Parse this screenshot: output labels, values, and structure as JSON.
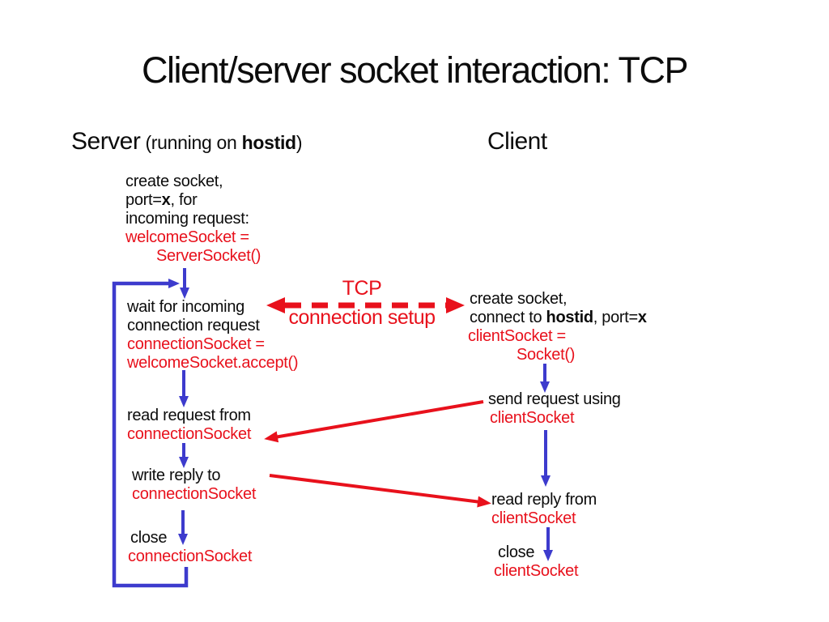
{
  "title": "Client/server socket interaction: TCP",
  "headers": {
    "server": "Server",
    "server_note_pre": " (running on ",
    "server_note_bold": "hostid",
    "server_note_post": ")",
    "client": "Client"
  },
  "tcp_setup": {
    "line1": "TCP",
    "line2": "connection setup"
  },
  "server": {
    "create": {
      "l1": "create socket,",
      "l2_pre": "port=",
      "l2_bold": "x",
      "l2_post": ", for",
      "l3": "incoming request:",
      "code1": "welcomeSocket =",
      "code2": "ServerSocket()"
    },
    "wait": {
      "l1": "wait for incoming",
      "l2": "connection request",
      "code1": "connectionSocket =",
      "code2": "welcomeSocket.accept()"
    },
    "read": {
      "l1": "read request from",
      "code1": "connectionSocket"
    },
    "write": {
      "l1": "write reply to",
      "code1": "connectionSocket"
    },
    "close": {
      "l1": "close",
      "code1": "connectionSocket"
    }
  },
  "client": {
    "create": {
      "l1": "create socket,",
      "l2_pre": "connect to ",
      "l2_bold1": "hostid",
      "l2_mid": ", port=",
      "l2_bold2": "x",
      "code1": "clientSocket =",
      "code2": "Socket()"
    },
    "send": {
      "l1": "send request using",
      "code1": "clientSocket"
    },
    "read_reply": {
      "l1": "read reply from",
      "code1": "clientSocket"
    },
    "close": {
      "l1": "close",
      "code1": "clientSocket"
    }
  },
  "colors": {
    "red": "#e8111c",
    "blue": "#3d3bcd",
    "ink": "#0c0c0c"
  }
}
